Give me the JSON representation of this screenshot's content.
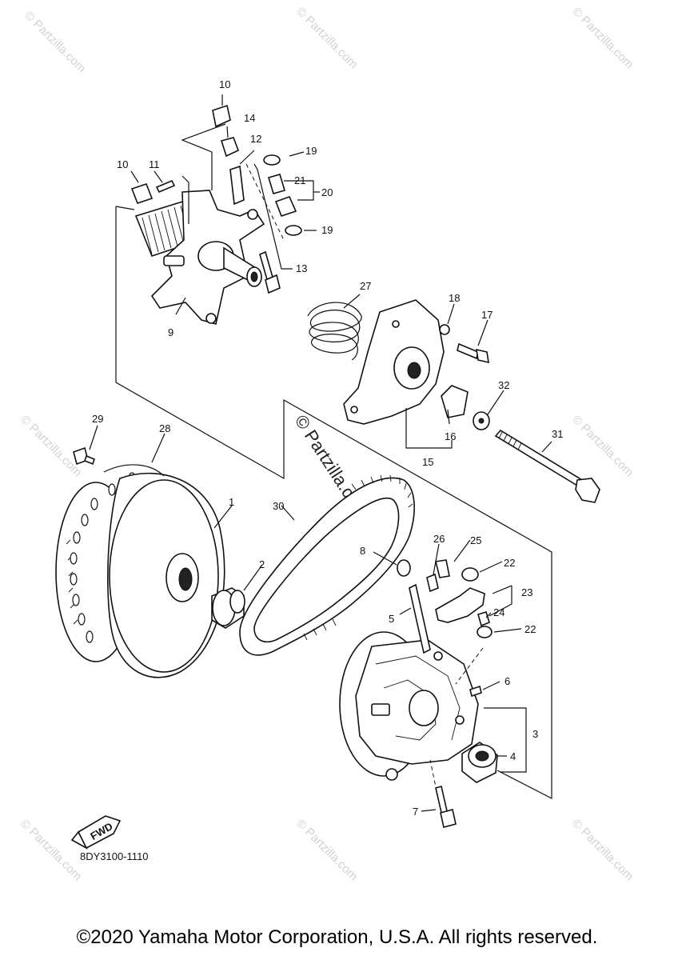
{
  "watermark_text": "© Partzilla.com",
  "watermark_center_text": "© Partzilla.com",
  "diagram_code": "8DY3100-1110",
  "fwd_label": "FWD",
  "footer": "©2020 Yamaha Motor Corporation, U.S.A. All rights reserved.",
  "callouts": {
    "c10a": "10",
    "c10b": "10",
    "c11": "11",
    "c12": "12",
    "c13": "13",
    "c14": "14",
    "c19a": "19",
    "c19b": "19",
    "c20": "20",
    "c21": "21",
    "c9": "9",
    "c27": "27",
    "c18": "18",
    "c17": "17",
    "c32": "32",
    "c16": "16",
    "c15": "15",
    "c31": "31",
    "c29": "29",
    "c28": "28",
    "c1": "1",
    "c2": "2",
    "c30": "30",
    "c8": "8",
    "c26": "26",
    "c25": "25",
    "c22a": "22",
    "c22b": "22",
    "c23": "23",
    "c24": "24",
    "c5": "5",
    "c6": "6",
    "c3": "3",
    "c4": "4",
    "c7": "7"
  }
}
